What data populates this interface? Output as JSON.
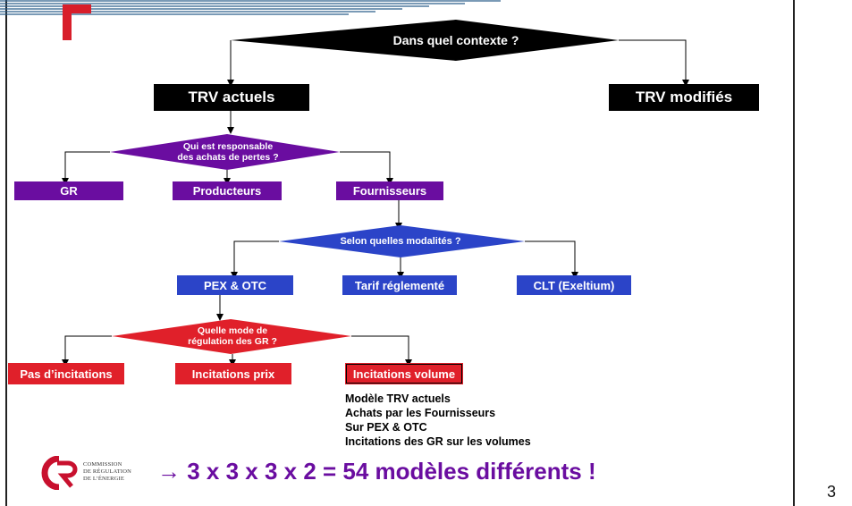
{
  "diagram": {
    "question_context": "Dans quel contexte ?",
    "trv_actuels": "TRV actuels",
    "trv_modifies": "TRV modifiés",
    "question_responsable_line1": "Qui est responsable",
    "question_responsable_line2": "des achats de pertes ?",
    "gr": "GR",
    "producteurs": "Producteurs",
    "fournisseurs": "Fournisseurs",
    "question_modalites": "Selon quelles modalités ?",
    "pex_otc": "PEX & OTC",
    "tarif": "Tarif réglementé",
    "clt": "CLT (Exeltium)",
    "question_regulation_line1": "Quelle mode de",
    "question_regulation_line2": "régulation des GR ?",
    "pas_incitations": "Pas d’incitations",
    "incitations_prix": "Incitations prix",
    "incitations_volume": "Incitations volume"
  },
  "note": [
    "Modèle TRV actuels",
    "Achats par les Fournisseurs",
    "Sur PEX & OTC",
    "Incitations des GR sur les volumes"
  ],
  "result": "→ 3 x 3 x 3 x 2 = 54 modèles différents !",
  "logo": {
    "line1": "COMMISSION",
    "line2": "DE RÉGULATION",
    "line3": "DE L’ÉNERGIE"
  },
  "page_number": "3",
  "colors": {
    "black": "#000000",
    "purple": "#6a0da0",
    "blue": "#2b44c8",
    "red": "#e0202a"
  }
}
